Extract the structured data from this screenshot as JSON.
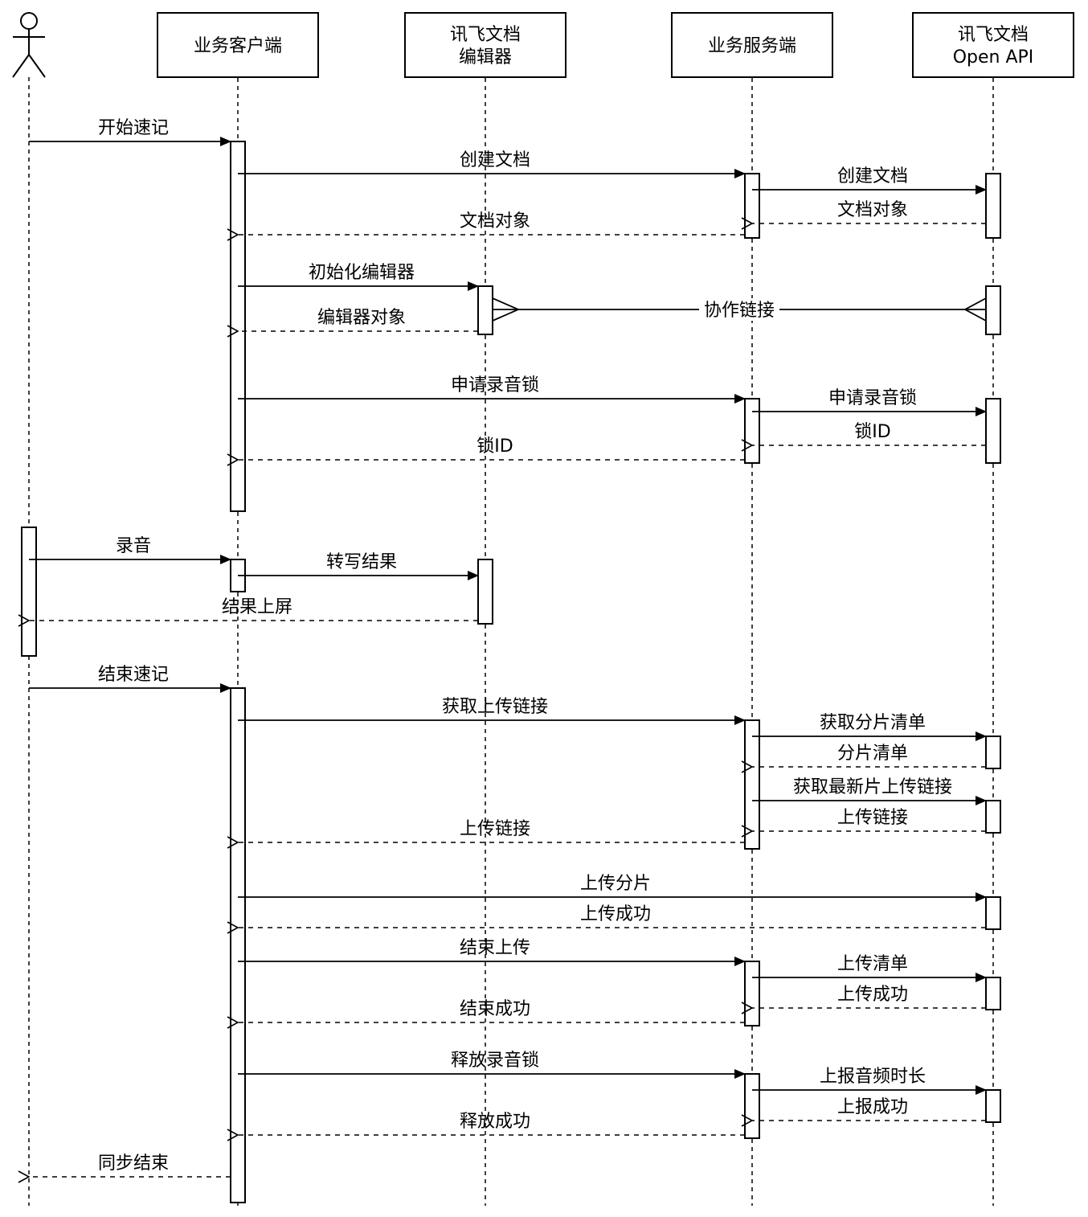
{
  "actor": {
    "name": ""
  },
  "participants": [
    {
      "id": "client",
      "lines": [
        "业务客户端"
      ]
    },
    {
      "id": "editor",
      "lines": [
        "讯飞文档",
        "编辑器"
      ]
    },
    {
      "id": "server",
      "lines": [
        "业务服务端"
      ]
    },
    {
      "id": "api",
      "lines": [
        "讯飞文档",
        "Open API"
      ]
    }
  ],
  "messages": [
    {
      "from": "user",
      "to": "client",
      "label": "开始速记",
      "kind": "call"
    },
    {
      "from": "client",
      "to": "server",
      "label": "创建文档",
      "kind": "call"
    },
    {
      "from": "server",
      "to": "api",
      "label": "创建文档",
      "kind": "call"
    },
    {
      "from": "api",
      "to": "server",
      "label": "文档对象",
      "kind": "return"
    },
    {
      "from": "server",
      "to": "client",
      "label": "文档对象",
      "kind": "return"
    },
    {
      "from": "client",
      "to": "editor",
      "label": "初始化编辑器",
      "kind": "call"
    },
    {
      "from": "editor",
      "to": "api",
      "label": "协作链接",
      "kind": "link"
    },
    {
      "from": "editor",
      "to": "client",
      "label": "编辑器对象",
      "kind": "return"
    },
    {
      "from": "client",
      "to": "server",
      "label": "申请录音锁",
      "kind": "call"
    },
    {
      "from": "server",
      "to": "api",
      "label": "申请录音锁",
      "kind": "call"
    },
    {
      "from": "api",
      "to": "server",
      "label": "锁ID",
      "kind": "return"
    },
    {
      "from": "server",
      "to": "client",
      "label": "锁ID",
      "kind": "return"
    },
    {
      "from": "user",
      "to": "client",
      "label": "录音",
      "kind": "call"
    },
    {
      "from": "client",
      "to": "editor",
      "label": "转写结果",
      "kind": "call"
    },
    {
      "from": "editor",
      "to": "user",
      "label": "结果上屏",
      "kind": "return"
    },
    {
      "from": "user",
      "to": "client",
      "label": "结束速记",
      "kind": "call"
    },
    {
      "from": "client",
      "to": "server",
      "label": "获取上传链接",
      "kind": "call"
    },
    {
      "from": "server",
      "to": "api",
      "label": "获取分片清单",
      "kind": "call"
    },
    {
      "from": "api",
      "to": "server",
      "label": "分片清单",
      "kind": "return"
    },
    {
      "from": "server",
      "to": "api",
      "label": "获取最新片上传链接",
      "kind": "call"
    },
    {
      "from": "api",
      "to": "server",
      "label": "上传链接",
      "kind": "return"
    },
    {
      "from": "server",
      "to": "client",
      "label": "上传链接",
      "kind": "return"
    },
    {
      "from": "client",
      "to": "api",
      "label": "上传分片",
      "kind": "call"
    },
    {
      "from": "api",
      "to": "client",
      "label": "上传成功",
      "kind": "return"
    },
    {
      "from": "client",
      "to": "server",
      "label": "结束上传",
      "kind": "call"
    },
    {
      "from": "server",
      "to": "api",
      "label": "上传清单",
      "kind": "call"
    },
    {
      "from": "api",
      "to": "server",
      "label": "上传成功",
      "kind": "return"
    },
    {
      "from": "server",
      "to": "client",
      "label": "结束成功",
      "kind": "return"
    },
    {
      "from": "client",
      "to": "server",
      "label": "释放录音锁",
      "kind": "call"
    },
    {
      "from": "server",
      "to": "api",
      "label": "上报音频时长",
      "kind": "call"
    },
    {
      "from": "api",
      "to": "server",
      "label": "上报成功",
      "kind": "return"
    },
    {
      "from": "server",
      "to": "client",
      "label": "释放成功",
      "kind": "return"
    },
    {
      "from": "client",
      "to": "user",
      "label": "同步结束",
      "kind": "return"
    }
  ]
}
